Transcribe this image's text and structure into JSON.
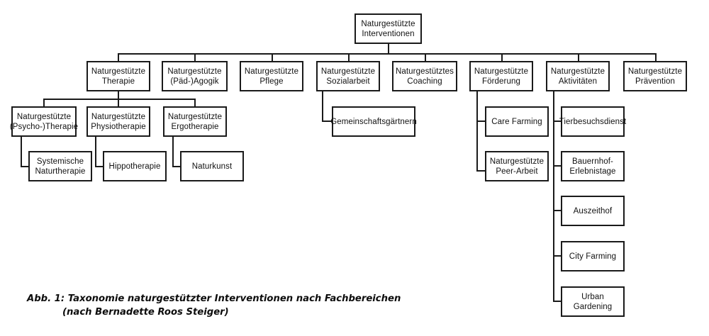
{
  "figure": {
    "caption_label": "Abb. 1:",
    "caption_line1": "Taxonomie naturgestützter Interventionen nach Fachbereichen",
    "caption_line2": "(nach Bernadette Roos Steiger)"
  },
  "colors": {
    "box_border": "#1a1a1a",
    "box_fill": "#ffffff",
    "line": "#1a1a1a",
    "text": "#111111",
    "background": "#ffffff"
  },
  "diagram": {
    "type": "tree",
    "root": {
      "id": "root",
      "label": "Naturgestützte\nInterventionen"
    },
    "level2": [
      {
        "id": "therapie",
        "label": "Naturgestützte\nTherapie"
      },
      {
        "id": "paedagogik",
        "label": "Naturgestützte\n(Päd-)Agogik"
      },
      {
        "id": "pflege",
        "label": "Naturgestützte\nPflege"
      },
      {
        "id": "sozialarbeit",
        "label": "Naturgestützte\nSozialarbeit"
      },
      {
        "id": "coaching",
        "label": "Naturgestütztes\nCoaching"
      },
      {
        "id": "foerderung",
        "label": "Naturgestützte\nFörderung"
      },
      {
        "id": "aktivitaeten",
        "label": "Naturgestützte\nAktivitäten"
      },
      {
        "id": "praevention",
        "label": "Naturgestützte\nPrävention"
      }
    ],
    "level3": {
      "therapie": [
        {
          "id": "psycho",
          "label": "Naturgestützte\n(Psycho-)Therapie"
        },
        {
          "id": "physio",
          "label": "Naturgestützte\nPhysiotherapie"
        },
        {
          "id": "ergo",
          "label": "Naturgestützte\nErgotherapie"
        }
      ],
      "sozialarbeit": [
        {
          "id": "gemeinschaftsgaertnern",
          "label": "Gemeinschaftsgärtnern"
        }
      ],
      "foerderung": [
        {
          "id": "carefarming",
          "label": "Care Farming"
        },
        {
          "id": "peerarbeit",
          "label": "Naturgestützte\nPeer-Arbeit"
        }
      ],
      "aktivitaeten": [
        {
          "id": "tierbesuchsdienst",
          "label": "Tierbesuchsdienst"
        },
        {
          "id": "bauernhof",
          "label": "Bauernhof-\nErlebnistage"
        },
        {
          "id": "auszeithof",
          "label": "Auszeithof"
        },
        {
          "id": "cityfarming",
          "label": "City Farming"
        },
        {
          "id": "urbangardening",
          "label": "Urban Gardening"
        }
      ]
    },
    "level4": {
      "psycho": [
        {
          "id": "systemische",
          "label": "Systemische\nNaturtherapie"
        }
      ],
      "physio": [
        {
          "id": "hippotherapie",
          "label": "Hippotherapie"
        }
      ],
      "ergo": [
        {
          "id": "naturkunst",
          "label": "Naturkunst"
        }
      ]
    }
  }
}
